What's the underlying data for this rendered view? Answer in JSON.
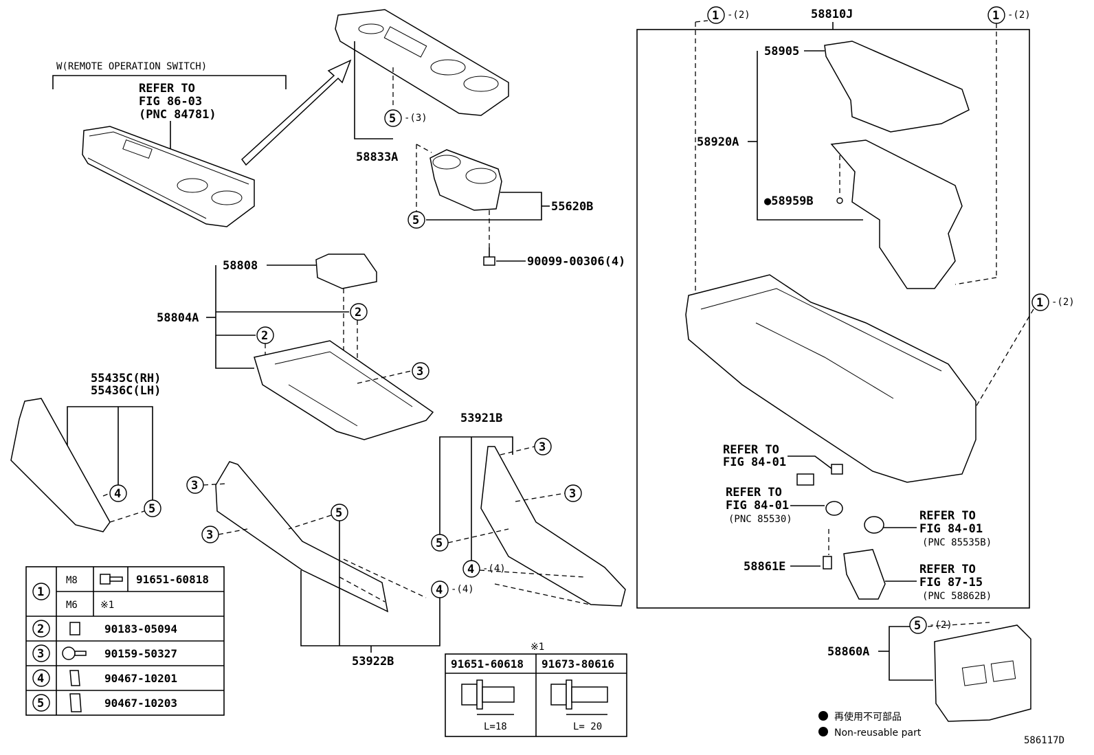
{
  "figure_code": "586117D",
  "remote_switch": {
    "header": "W(REMOTE OPERATION SWITCH)",
    "refer_lines": [
      "REFER TO",
      "FIG 86-03",
      "(PNC 84781)"
    ]
  },
  "parts": {
    "p58833A": "58833A",
    "p55620B": "55620B",
    "p90099": "90099-00306(4)",
    "p58808": "58808",
    "p58804A": "58804A",
    "p55435C": "55435C(RH)",
    "p55436C": "55436C(LH)",
    "p53921B": "53921B",
    "p53922B": "53922B",
    "p58810J": "58810J",
    "p58905": "58905",
    "p58920A": "58920A",
    "p58959B": "●58959B",
    "p58861E": "58861E",
    "p58860A": "58860A"
  },
  "callouts": {
    "c1": "1",
    "c2": "2",
    "c3": "3",
    "c4": "4",
    "c5": "5",
    "q2": "-(2)",
    "q3": "-(3)",
    "q4": "-(4)"
  },
  "refers": {
    "r1": [
      "REFER TO",
      "FIG 84-01"
    ],
    "r2": [
      "REFER TO",
      "FIG 84-01",
      "(PNC 85530)"
    ],
    "r3": [
      "REFER TO",
      "FIG 84-01",
      "(PNC 85535B)"
    ],
    "r4": [
      "REFER TO",
      "FIG 87-15",
      "(PNC 58862B)"
    ]
  },
  "fastener_table": {
    "rows": [
      {
        "key": "1",
        "size": "M8",
        "part": "91651-60818"
      },
      {
        "key": "1",
        "size": "M6",
        "part": "※1"
      },
      {
        "key": "2",
        "size": "",
        "part": "90183-05094"
      },
      {
        "key": "3",
        "size": "",
        "part": "90159-50327"
      },
      {
        "key": "4",
        "size": "",
        "part": "90467-10201"
      },
      {
        "key": "5",
        "size": "",
        "part": "90467-10203"
      }
    ]
  },
  "bolt_table": {
    "title": "※1",
    "cols": [
      {
        "part": "91651-60618",
        "length": "L=18"
      },
      {
        "part": "91673-80616",
        "length": "L= 20"
      }
    ]
  },
  "legend": {
    "line1": "再使用不可部品",
    "line2": "Non-reusable part"
  }
}
